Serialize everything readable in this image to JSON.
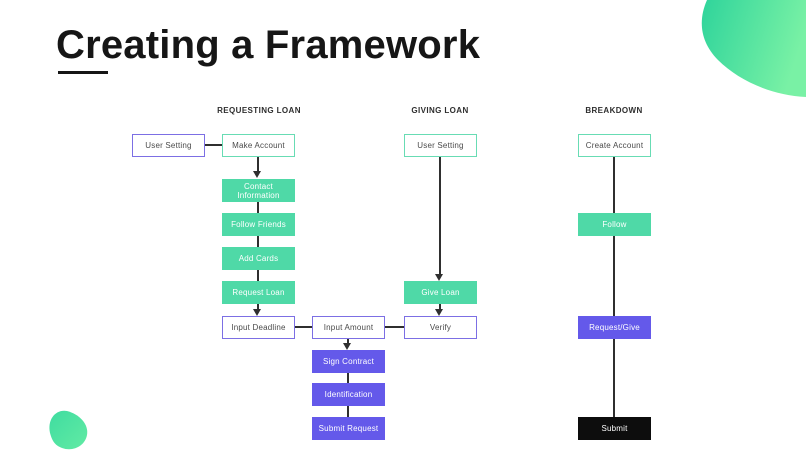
{
  "title": {
    "text": "Creating a Framework"
  },
  "columns": [
    {
      "label": "REQUESTING LOAN"
    },
    {
      "label": "GIVING LOAN"
    },
    {
      "label": "BREAKDOWN"
    }
  ],
  "nodes": {
    "user_setting_req": {
      "label": "User Setting"
    },
    "make_account": {
      "label": "Make Account"
    },
    "contact_information": {
      "label": "Contact Information"
    },
    "follow_friends": {
      "label": "Follow Friends"
    },
    "add_cards": {
      "label": "Add Cards"
    },
    "request_loan": {
      "label": "Request Loan"
    },
    "input_deadline": {
      "label": "Input Deadline"
    },
    "input_amount": {
      "label": "Input Amount"
    },
    "verify": {
      "label": "Verify"
    },
    "sign_contract": {
      "label": "Sign Contract"
    },
    "identification": {
      "label": "Identification"
    },
    "submit_request": {
      "label": "Submit Request"
    },
    "user_setting_giving": {
      "label": "User Setting"
    },
    "give_loan": {
      "label": "Give Loan"
    },
    "create_account": {
      "label": "Create Account"
    },
    "follow": {
      "label": "Follow"
    },
    "request_give": {
      "label": "Request/Give"
    },
    "submit": {
      "label": "Submit"
    }
  },
  "colors": {
    "teal_fill": "#4fd9a7",
    "teal_border": "#68dcb4",
    "purple_fill": "#6459ea",
    "purple_border": "#7c6fe4",
    "black_fill": "#0d0d0d",
    "connector": "#2f2f2f",
    "blob_gradient_start": "#2fd49b",
    "blob_gradient_end": "#79f1a5"
  }
}
